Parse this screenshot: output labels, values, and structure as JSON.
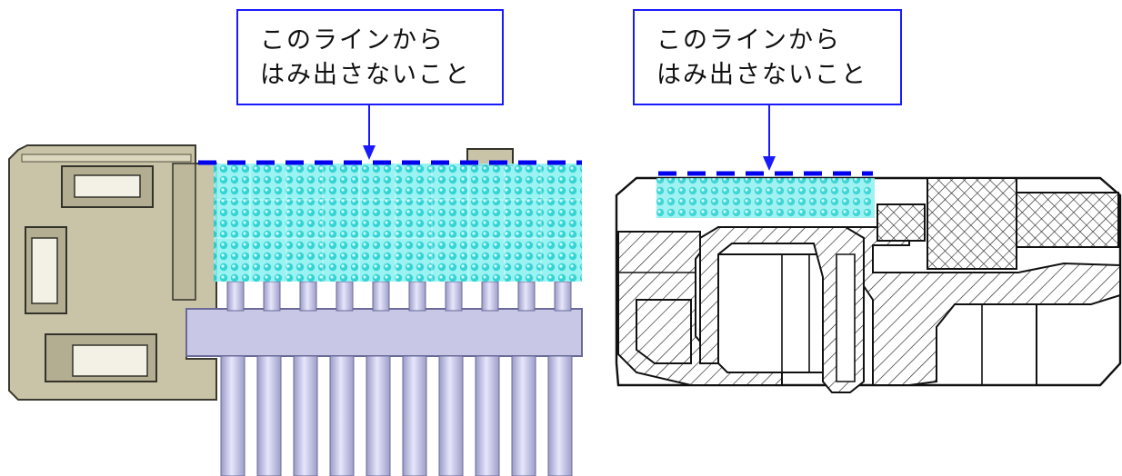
{
  "callouts": {
    "left": {
      "line1": "このラインから",
      "line2": "はみ出さないこと"
    },
    "right": {
      "line1": "このラインから",
      "line2": "はみ出さないこと"
    }
  },
  "colors": {
    "callout_border": "#1a1aff",
    "boundary_line": "#0000ee",
    "keepout_zone": "#33dddd",
    "housing": "#c9c3a7",
    "pins": "#c5c5e8"
  }
}
